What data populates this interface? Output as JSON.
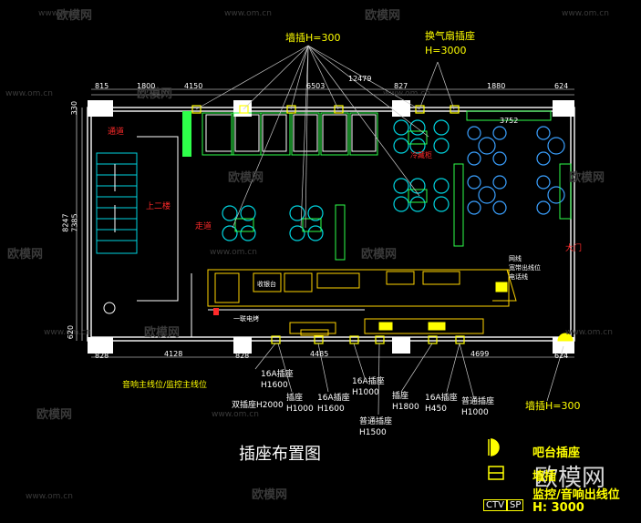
{
  "watermark": {
    "site": "www.om.cn",
    "brand": "欧模网"
  },
  "title": "插座布置图",
  "top_labels": {
    "wall_outlet": "墙插H=300",
    "exhaust_fan_outlet": "换气扇插座",
    "exhaust_fan_height": "H=3000"
  },
  "top_dims": [
    "815",
    "1800",
    "4150",
    "12479",
    "6503",
    "827",
    "1880",
    "624",
    "3752"
  ],
  "bottom_dims": [
    "828",
    "4128",
    "828",
    "4485",
    "4699",
    "624"
  ],
  "left_dims": [
    "7385",
    "8247",
    "620",
    "330"
  ],
  "plan_texts": {
    "corridor": "通道",
    "upstairs": "上二楼",
    "aisle": "走道",
    "cold_room": "冷藏柜",
    "entrance": "大门",
    "counter": "收银台",
    "breakfast": "一联电烤"
  },
  "kitchen_notes": [
    "网线",
    "宽带出线位",
    "电话线"
  ],
  "below_labels": [
    {
      "text": "音响主线位/监控主线位",
      "color": "yellow"
    },
    {
      "text": "16A插座",
      "color": "white"
    },
    {
      "text": "H1600",
      "color": "white"
    },
    {
      "text": "双插座H2000",
      "color": "white"
    },
    {
      "text": "插座",
      "color": "white"
    },
    {
      "text": "H1000",
      "color": "white"
    },
    {
      "text": "16A插座",
      "color": "white"
    },
    {
      "text": "H1600",
      "color": "white"
    },
    {
      "text": "16A插座",
      "color": "white"
    },
    {
      "text": "H1000",
      "color": "white"
    },
    {
      "text": "普通插座",
      "color": "white"
    },
    {
      "text": "H1500",
      "color": "white"
    },
    {
      "text": "插座",
      "color": "white"
    },
    {
      "text": "H1800",
      "color": "white"
    },
    {
      "text": "16A插座",
      "color": "white"
    },
    {
      "text": "H450",
      "color": "white"
    },
    {
      "text": "普通插座",
      "color": "white"
    },
    {
      "text": "H1000",
      "color": "white"
    },
    {
      "text": "墙插H=300",
      "color": "yellow"
    }
  ],
  "legend": {
    "bar_outlet": "吧台插座",
    "wall_outlet": "墙插",
    "monitor": "监控/音响出线位",
    "height": "H: 3000",
    "ctv": "CTV",
    "sp": "SP"
  }
}
